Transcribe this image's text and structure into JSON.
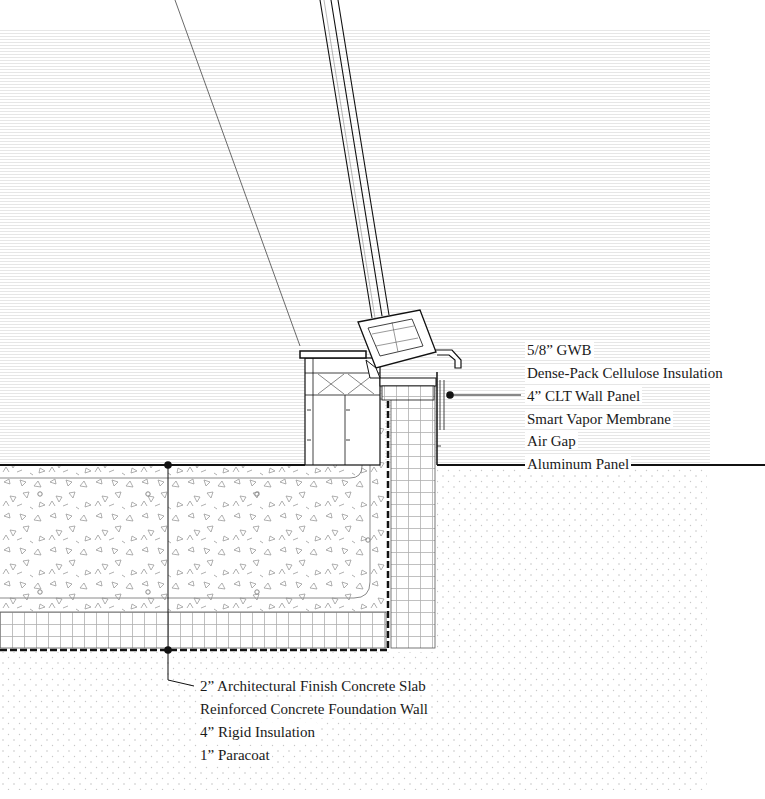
{
  "diagram": {
    "labels": [
      "5/8” GWB",
      "Dense-Pack Cellulose Insulation",
      "4” CLT Wall Panel",
      "Smart Vapor Membrane",
      "Air Gap",
      "Aluminum Panel",
      "2” Architectural Finish Concrete Slab",
      "Reinforced Concrete Foundation Wall",
      "4” Rigid Insulation",
      "1” Paracoat"
    ]
  }
}
